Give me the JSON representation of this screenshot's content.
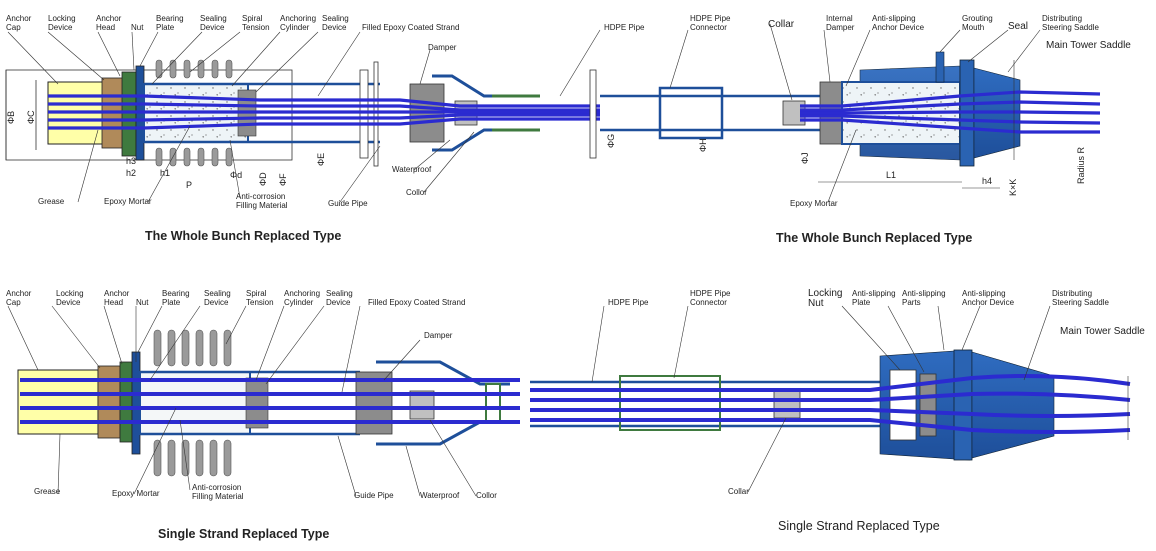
{
  "captions": {
    "top_left": "The Whole Bunch Replaced Type",
    "top_right": "The Whole Bunch Replaced Type",
    "bottom_left": "Single Strand Replaced Type",
    "bottom_right": "Single Strand Replaced Type"
  },
  "top_labels": {
    "anchor_cap_1": "Anchor",
    "anchor_cap_2": "Cap",
    "locking_device_1": "Locking",
    "locking_device_2": "Device",
    "anchor_head_1": "Anchor",
    "anchor_head_2": "Head",
    "nut": "Nut",
    "bearing_plate_1": "Bearing",
    "bearing_plate_2": "Plate",
    "sealing_device_1": "Sealing",
    "sealing_device_2": "Device",
    "spiral_tension_1": "Spiral",
    "spiral_tension_2": "Tension",
    "anchoring_cylinder_1": "Anchoring",
    "anchoring_cylinder_2": "Cylinder",
    "sealing_device_r_1": "Sealing",
    "sealing_device_r_2": "Device",
    "filled_epoxy": "Filled Epoxy Coated Strand",
    "damper": "Damper",
    "waterproof": "Waterproof",
    "collor": "Collor",
    "guide_pipe": "Guide Pipe",
    "grease": "Grease",
    "epoxy_mortar": "Epoxy Mortar",
    "anticorrosion_1": "Anti-corrosion",
    "anticorrosion_2": "Filling Material",
    "hdpe_pipe": "HDPE Pipe",
    "hdpe_conn_1": "HDPE Pipe",
    "hdpe_conn_2": "Connector",
    "collar": "Collar",
    "internal_damper_1": "Internal",
    "internal_damper_2": "Damper",
    "anti_slip_1": "Anti-slipping",
    "anti_slip_2": "Anchor Device",
    "grouting_1": "Grouting",
    "grouting_2": "Mouth",
    "seal": "Seal",
    "distributing_1": "Distributing",
    "distributing_2": "Steering Saddle",
    "main_tower": "Main Tower Saddle",
    "epoxy_mortar_r": "Epoxy Mortar"
  },
  "top_dims": {
    "phiB": "ΦB",
    "phiC": "ΦC",
    "h3": "h3",
    "h2": "h2",
    "h1": "h1",
    "P": "P",
    "phid": "Φd",
    "phiD": "ΦD",
    "phiF": "ΦF",
    "phiE": "ΦE",
    "phiG": "ΦG",
    "phiH": "ΦH",
    "phiJ": "ΦJ",
    "L1": "L1",
    "h4": "h4",
    "KxK": "K×K",
    "radiusR": "Radius R"
  },
  "bottom_labels": {
    "anchor_cap_1": "Anchor",
    "anchor_cap_2": "Cap",
    "locking_device_1": "Locking",
    "locking_device_2": "Device",
    "anchor_head_1": "Anchor",
    "anchor_head_2": "Head",
    "nut": "Nut",
    "bearing_plate_1": "Bearing",
    "bearing_plate_2": "Plate",
    "sealing_device_1": "Sealing",
    "sealing_device_2": "Device",
    "spiral_tension_1": "Spiral",
    "spiral_tension_2": "Tension",
    "anchoring_cylinder_1": "Anchoring",
    "anchoring_cylinder_2": "Cylinder",
    "sealing_device_r_1": "Sealing",
    "sealing_device_r_2": "Device",
    "filled_epoxy": "Filled Epoxy Coated Strand",
    "damper": "Damper",
    "grease": "Grease",
    "epoxy_mortar": "Epoxy Mortar",
    "anticorrosion_1": "Anti-corrosion",
    "anticorrosion_2": "Filling Material",
    "guide_pipe": "Guide Pipe",
    "waterproof": "Waterproof",
    "collor": "Collor",
    "hdpe_pipe": "HDPE Pipe",
    "hdpe_conn_1": "HDPE Pipe",
    "hdpe_conn_2": "Connector",
    "locking_nut_1": "Locking",
    "locking_nut_2": "Nut",
    "anti_slip_plate_1": "Anti-slipping",
    "anti_slip_plate_2": "Plate",
    "anti_slip_parts_1": "Anti-slipping",
    "anti_slip_parts_2": "Parts",
    "anti_slip_dev_1": "Anti-slipping",
    "anti_slip_dev_2": "Anchor Device",
    "distributing_1": "Distributing",
    "distributing_2": "Steering Saddle",
    "main_tower": "Main Tower Saddle",
    "collar": "Collar"
  },
  "colors": {
    "strand": "#2b2bd0",
    "pipe": "#1e4f9a",
    "saddle": "#2a63b2",
    "grease": "#ffffa8",
    "bronze": "#b08a5a",
    "gray": "#8c8c8c",
    "green": "#3f7a3f"
  }
}
